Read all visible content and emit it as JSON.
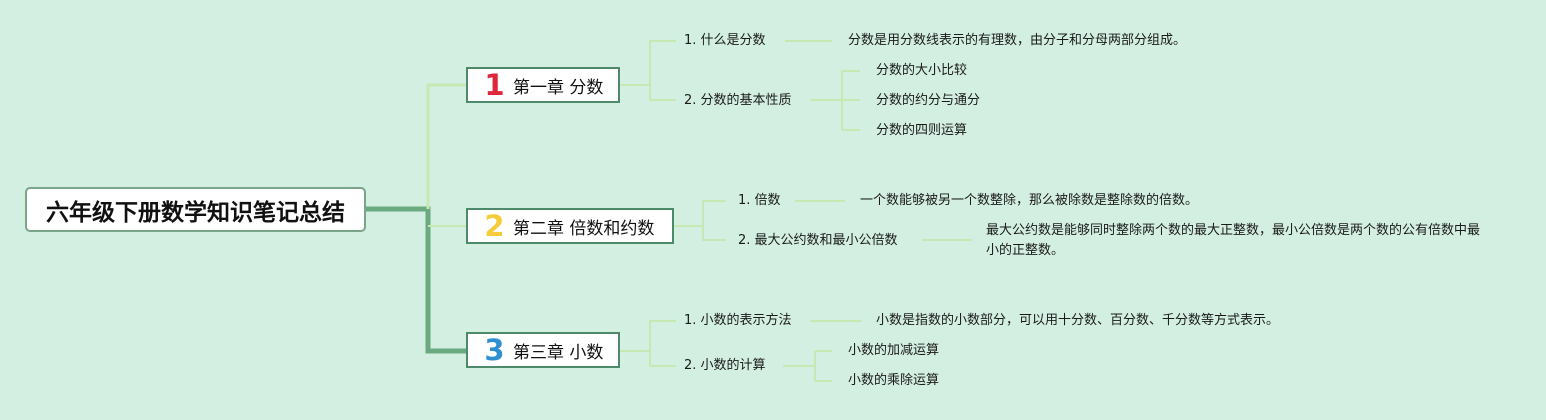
{
  "title": "六年级下册数学知识笔记总结",
  "chapters": [
    {
      "num": "1",
      "num_color": "#e0263b",
      "label": "第一章 分数",
      "items": [
        {
          "label": "1. 什么是分数",
          "details": [
            "分数是用分数线表示的有理数，由分子和分母两部分组成。"
          ]
        },
        {
          "label": "2. 分数的基本性质",
          "details": [
            "分数的大小比较",
            "分数的约分与通分",
            "分数的四则运算"
          ]
        }
      ]
    },
    {
      "num": "2",
      "num_color": "#f5cd3a",
      "label": "第二章 倍数和约数",
      "items": [
        {
          "label": "1. 倍数",
          "details": [
            "一个数能够被另一个数整除，那么被除数是整除数的倍数。"
          ]
        },
        {
          "label": "2. 最大公约数和最小公倍数",
          "details": [
            "最大公约数是能够同时整除两个数的最大正整数，最小公倍数是两个数的公有倍数中最小的正整数。"
          ]
        }
      ]
    },
    {
      "num": "3",
      "num_color": "#2f8fd0",
      "label": "第三章 小数",
      "items": [
        {
          "label": "1. 小数的表示方法",
          "details": [
            "小数是指数的小数部分，可以用十分数、百分数、千分数等方式表示。"
          ]
        },
        {
          "label": "2. 小数的计算",
          "details": [
            "小数的加减运算",
            "小数的乘除运算"
          ]
        }
      ]
    }
  ],
  "colors": {
    "background": "#d3efe1",
    "main_branch": "#6aaa7e",
    "sub_branch": "#c5e9b3"
  }
}
